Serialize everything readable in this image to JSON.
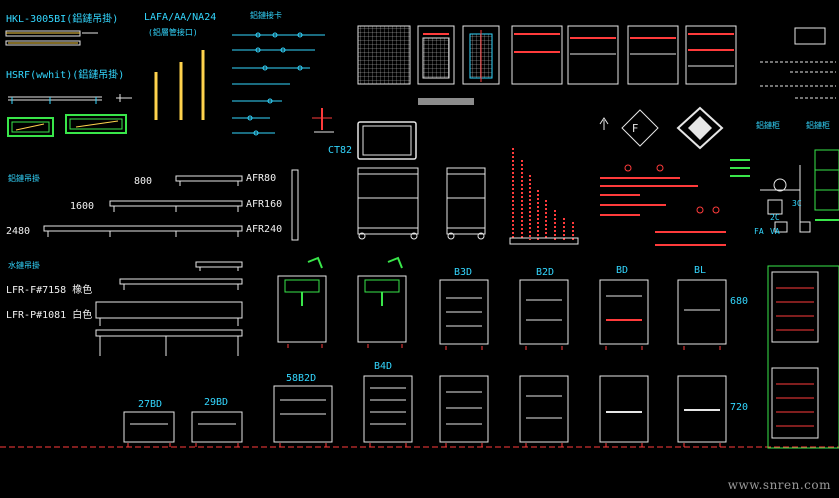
{
  "app": {
    "title": ""
  },
  "labels": {
    "hkl": "HKL-3005BI(鋁鏈吊掛)",
    "hsrf": "HSRF(wwhit)(鋁鏈吊掛)",
    "lafa": "LAFA/AA/NA24",
    "lafa_sub": "(鋁層管接口)",
    "top_title": "鋁鏈接卡",
    "ct82": "CT82",
    "section_a": "鋁鏈吊掛",
    "w800": "800",
    "w1600": "1600",
    "w2480": "2480",
    "afr80": "AFR80",
    "afr160": "AFR160",
    "afr240": "AFR240",
    "section_b": "水鏈吊掛",
    "lfr_f": "LFR-F#7158 橡色",
    "lfr_p": "LFR-P#1081 白色",
    "b3d": "B3D",
    "b2d": "B2D",
    "bd": "BD",
    "bl": "BL",
    "h680": "680",
    "b4d": "B4D",
    "w58b2d": "58B2D",
    "w27bd": "27BD",
    "w29bd": "29BD",
    "h720": "720",
    "right_a": "鋁鏈柜",
    "right_b": "鋁鏈柜",
    "fa": "FA",
    "va": "VA",
    "no3c": "3C",
    "no2c": "2C",
    "watermark": "www.snren.com"
  }
}
